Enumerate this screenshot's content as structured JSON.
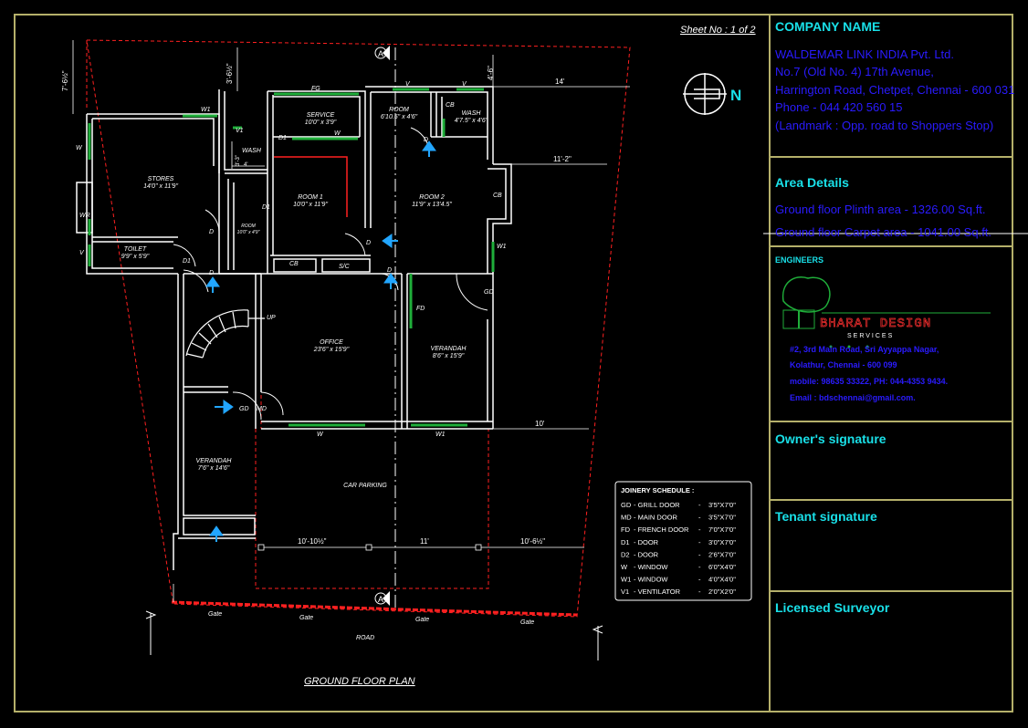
{
  "sheet": {
    "label": "Sheet No : 1 of 2"
  },
  "north_label": "N",
  "plan_title": "GROUND FLOOR PLAN",
  "title_block": {
    "company_heading": "COMPANY NAME",
    "company_lines": [
      "WALDEMAR LINK INDIA Pvt. Ltd.",
      "No.7 (Old No. 4) 17th Avenue,",
      "Harrington Road, Chetpet, Chennai - 600 031",
      "Phone - 044 420 560 15",
      "(Landmark : Opp. road to Shoppers Stop)"
    ],
    "area_heading": "Area Details",
    "area_lines": [
      "Ground floor Plinth area - 1326.00 Sq.ft.",
      "Ground floor Carpet area - 1041.00 Sq.ft."
    ],
    "engineers_heading": "ENGINEERS",
    "engineer_logo_text": "BHARAT DESIGN",
    "engineer_logo_sub": "SERVICES",
    "engineer_lines": [
      "#2, 3rd Main Road, Sri Ayyappa Nagar,",
      "Kolathur, Chennai - 600 099",
      "mobile: 98635 33322, PH: 044-4353 9434.",
      "Email : bdschennai@gmail.com."
    ],
    "owner_heading": "Owner's signature",
    "tenant_heading": "Tenant signature",
    "surveyor_heading": "Licensed Surveyor"
  },
  "rooms": [
    {
      "name": "SERVICE",
      "size": "10'0\" x 3'9\""
    },
    {
      "name": "ROOM",
      "size": "6'10.5\" x 4'6\""
    },
    {
      "name": "WASH",
      "size": "4'7.5\" x 4'6\""
    },
    {
      "name": "STORES",
      "size": "14'0\" x 11'9\""
    },
    {
      "name": "ROOM 1",
      "size": "10'0\" x 11'9\""
    },
    {
      "name": "ROOM 2",
      "size": "11'9\" x 13'4.5\""
    },
    {
      "name": "ROOM",
      "size": "10'0\" x 4'9\""
    },
    {
      "name": "TOILET",
      "size": "9'9\" x 5'9\""
    },
    {
      "name": "OFFICE",
      "size": "23'6\" x 15'9\""
    },
    {
      "name": "VERANDAH",
      "size": "8'6\" x 15'9\""
    },
    {
      "name": "VERANDAH",
      "size": "7'6\" x 14'6\""
    },
    {
      "name": "CAR PARKING",
      "size": ""
    }
  ],
  "labels": {
    "fg": "FG",
    "w": "W",
    "w1": "W1",
    "v": "V",
    "v1": "V1",
    "wr": "WR",
    "cb": "CB",
    "sc": "S/C",
    "d": "D",
    "d1": "D1",
    "gd": "GD",
    "md": "MD",
    "fd": "FD",
    "up": "UP",
    "wash": "WASH",
    "road": "ROAD",
    "gate": "Gate",
    "axis": "A"
  },
  "dimensions": {
    "d14": "14'",
    "d11_2": "11'-2\"",
    "d10": "10'",
    "d10_10": "10'-10½\"",
    "d11": "11'",
    "d10_6": "10'-6½\"",
    "d7_6": "7'-6½\"",
    "d3_6": "3'-6½\"",
    "d4_6": "4'-6\"",
    "d3_3": "3'-3\"",
    "d4": "4'"
  },
  "joinery": {
    "title": "JOINERY SCHEDULE :",
    "rows": [
      {
        "code": "GD",
        "name": "- GRILL DOOR",
        "size": "3'5\"X7'0\""
      },
      {
        "code": "MD",
        "name": "- MAIN DOOR",
        "size": "3'5\"X7'0\""
      },
      {
        "code": "FD",
        "name": "- FRENCH DOOR",
        "size": "7'0\"X7'0\""
      },
      {
        "code": "D1",
        "name": "- DOOR",
        "size": "3'0\"X7'0\""
      },
      {
        "code": "D2",
        "name": "- DOOR",
        "size": "2'6\"X7'0\""
      },
      {
        "code": "W",
        "name": "- WINDOW",
        "size": "6'0\"X4'0\""
      },
      {
        "code": "W1",
        "name": "- WINDOW",
        "size": "4'0\"X4'0\""
      },
      {
        "code": "V1",
        "name": "- VENTILATOR",
        "size": "2'0\"X2'0\""
      }
    ]
  },
  "colors": {
    "frame": "#b5b06a",
    "cyan": "#19e0e8",
    "blue_text": "#2a1bff",
    "wall": "#ffffff",
    "boundary": "#ff2020",
    "window": "#1fae3a",
    "arrow": "#22a6ff"
  }
}
